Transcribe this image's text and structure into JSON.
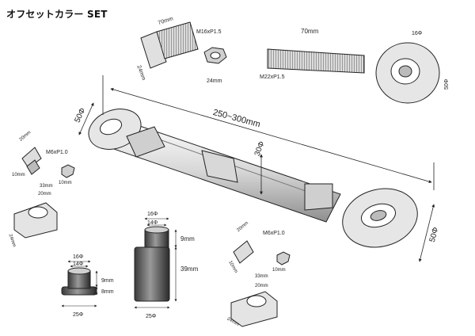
{
  "title": "オフセットカラー SET",
  "labels": {
    "main_bolt_len": "70mm",
    "main_bolt_thread": "M16xP1.5",
    "main_bolt_head": "24mm",
    "main_nut_width": "24mm",
    "rod_end_thread_len": "70mm",
    "rod_end_thread": "M22xP1.5",
    "rod_end_eye_hole": "16Φ",
    "rod_end_eye_height": "50Φ",
    "arm_length": "250~300mm",
    "arm_diameter": "30Φ",
    "left_eye": "50Φ",
    "right_eye": "50Φ",
    "small_bolt_len": "20mm",
    "small_bolt_thread": "M6xP1.0",
    "small_bolt_head": "10mm",
    "small_nut": "10mm",
    "collar_outer_top": "33mm",
    "collar_inner_top": "20mm",
    "collar_height": "24mm",
    "collar_outer_bottom": "33mm",
    "collar_inner_bottom": "20mm",
    "collar_height_bottom": "24mm",
    "small_bolt_len_right": "20mm",
    "small_bolt_thread_right": "M6xP1.0",
    "small_bolt_head_right": "10mm",
    "small_nut_right": "10mm",
    "short_spacer_top_outer": "16Φ",
    "short_spacer_top_inner": "14Φ",
    "short_spacer_h1": "9mm",
    "short_spacer_h2": "8mm",
    "short_spacer_base": "25Φ",
    "tall_spacer_top_outer": "16Φ",
    "tall_spacer_top_inner": "14Φ",
    "tall_spacer_h1": "9mm",
    "tall_spacer_h2": "39mm",
    "tall_spacer_base": "25Φ"
  }
}
